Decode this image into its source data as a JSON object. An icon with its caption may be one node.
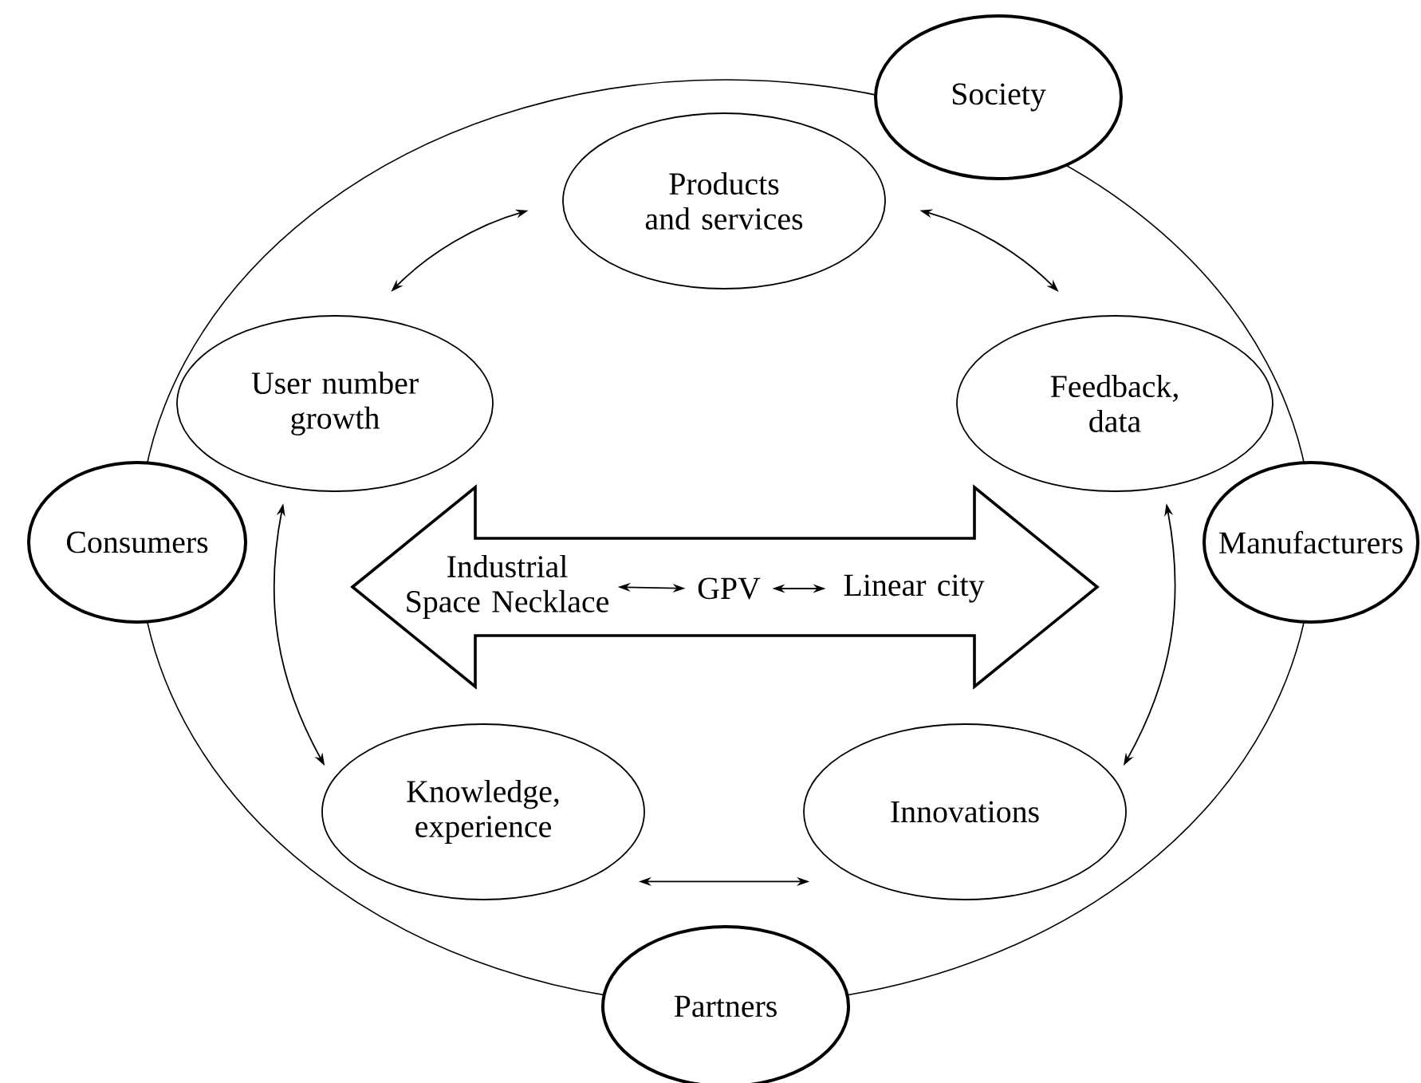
{
  "diagram": {
    "nodes": [
      {
        "text": [
          "Society"
        ]
      },
      {
        "text": [
          "Products and services"
        ]
      },
      {
        "text": [
          "User number growth"
        ]
      },
      {
        "text": [
          "Feedback, data"
        ]
      },
      {
        "text": [
          "Consumers"
        ]
      },
      {
        "text": [],
        "shape": "arrow"
      },
      {
        "text": [
          "Industrial Space Necklace"
        ],
        "in": 5
      },
      {
        "text": [
          "GPV"
        ],
        "in": 5
      },
      {
        "text": [
          "Linear city"
        ],
        "in": 5
      },
      {
        "text": [
          "Manufacturers"
        ]
      },
      {
        "text": [
          "Knowledge, experience"
        ]
      },
      {
        "text": [
          "Innovations"
        ]
      },
      {
        "text": [
          "Partners"
        ]
      }
    ],
    "edges": [
      {
        "from": 1,
        "to": 2,
        "arrow": "both"
      },
      {
        "from": 1,
        "to": 3,
        "arrow": "both"
      },
      {
        "from": 2,
        "to": 10,
        "arrow": "both"
      },
      {
        "from": 3,
        "to": 11,
        "arrow": "both"
      },
      {
        "from": 10,
        "to": 11,
        "arrow": "both"
      },
      {
        "from": 6,
        "to": 7,
        "arrow": "both"
      },
      {
        "from": 7,
        "to": 8,
        "arrow": "both"
      }
    ]
  }
}
